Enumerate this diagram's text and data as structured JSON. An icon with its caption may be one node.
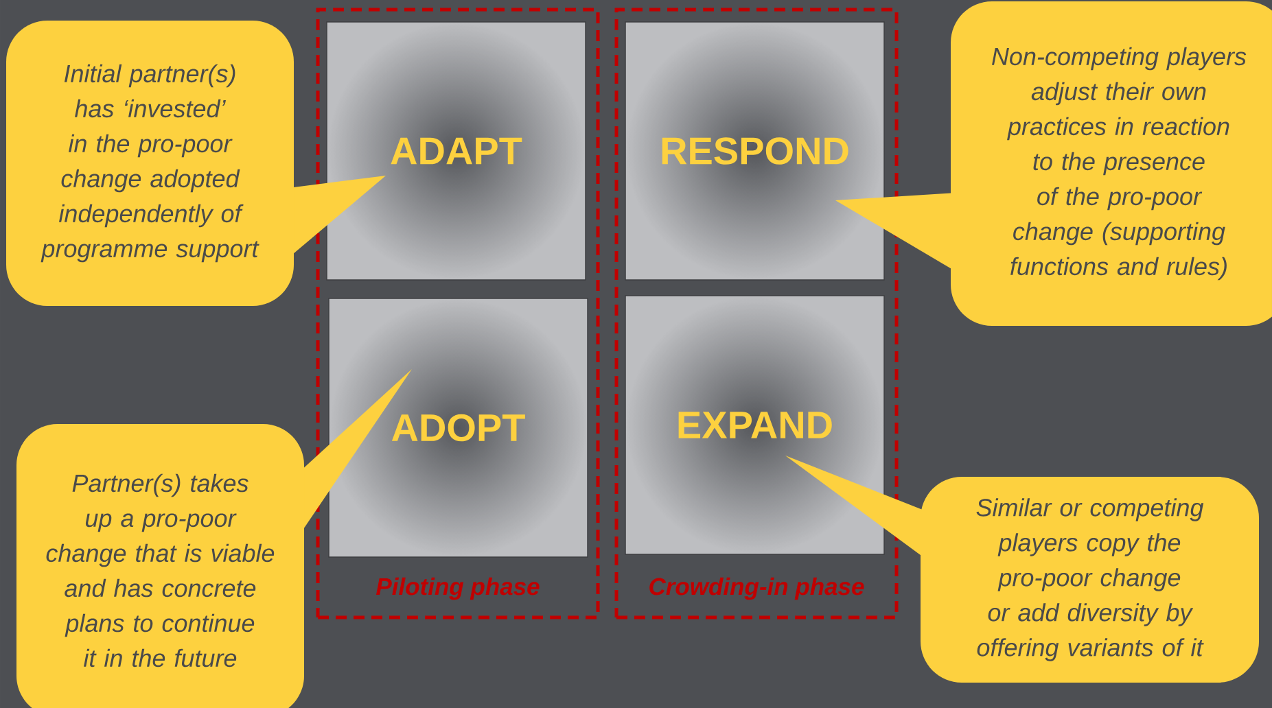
{
  "diagram": {
    "nodes": [
      {
        "text": [
          "Piloting phase"
        ]
      },
      {
        "text": [
          "ADAPT"
        ],
        "in": 0
      },
      {
        "text": [
          "ADOPT"
        ],
        "in": 0
      },
      {
        "text": [
          "Crowding-in phase"
        ]
      },
      {
        "text": [
          "RESPOND"
        ],
        "in": 3
      },
      {
        "text": [
          "EXPAND"
        ],
        "in": 3
      },
      {
        "text": [
          "Initial partner(s) has ‘invested’ in the pro-poor change adopted independently of programme support"
        ]
      },
      {
        "text": [
          "Partner(s) takes up a pro-poor change that is viable and has concrete plans to continue it in the future"
        ]
      },
      {
        "text": [
          "Non-competing players adjust their own practices in reaction to the presence of the pro-poor change (supporting functions and rules)"
        ]
      },
      {
        "text": [
          "Similar or competing players copy the pro-poor change or add diversity by offering variants of it"
        ]
      }
    ]
  }
}
